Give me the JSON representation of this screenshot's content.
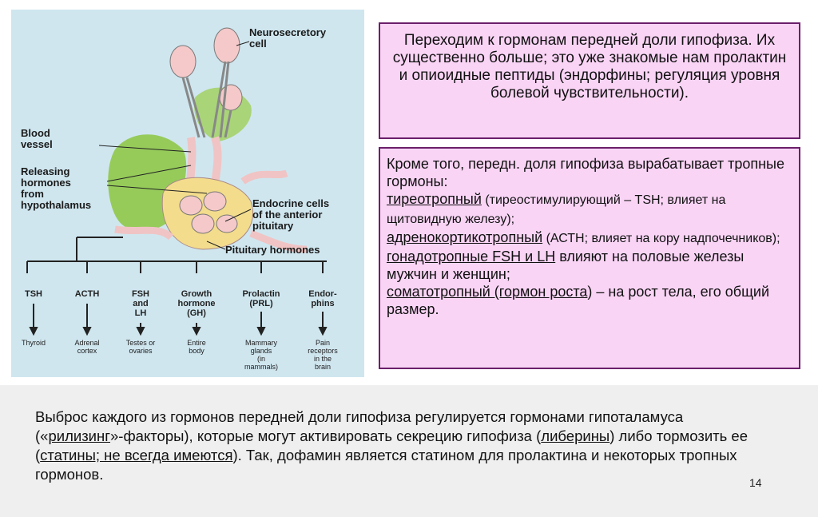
{
  "figure": {
    "labels": {
      "neurosecretory": "Neurosecretory\ncell",
      "blood_vessel": "Blood\nvessel",
      "releasing": "Releasing\nhormones\nfrom\nhypothalamus",
      "endocrine": "Endocrine cells\nof the anterior\npituitary",
      "pituitary_hormones": "Pituitary hormones"
    },
    "hormones": [
      {
        "name": "TSH",
        "target": "Thyroid"
      },
      {
        "name": "ACTH",
        "target": "Adrenal\ncortex"
      },
      {
        "name": "FSH\nand\nLH",
        "target": "Testes or\novaries"
      },
      {
        "name": "Growth\nhormone\n(GH)",
        "target": "Entire\nbody"
      },
      {
        "name": "Prolactin\n(PRL)",
        "target": "Mammary\nglands\n(in\nmammals)"
      },
      {
        "name": "Endor-\nphins",
        "target": "Pain\nreceptors\nin the\nbrain"
      }
    ],
    "colors": {
      "background": "#cfe6ef",
      "hypothalamus": "#8cc640",
      "cells": "#f5c9c9",
      "gland": "#f3dc8c"
    }
  },
  "box1": {
    "text": "Переходим к гормонам передней доли гипофиза. Их существенно больше; это уже знакомые нам пролактин и опиоидные пептиды (эндорфины; регуляция уровня болевой чувствительности)."
  },
  "box2": {
    "intro": "Кроме того, передн. доля гипофиза вырабатывает тропные гормоны:",
    "tsh_term": "тиреотропный",
    "tsh_desc": " (тиреостимулирующий – TSH; влияет на щитовидную железу);",
    "acth_term": "адренокортикотропный",
    "acth_desc": " (АСТН; влияет на кору надпочечников);",
    "gonad_term": "гонадотропные FSH и LH",
    "gonad_desc": " влияют на половые железы мужчин и женщин;",
    "somato_term": "соматотропный (гормон роста",
    "somato_desc": ") – на рост тела, его общий размер."
  },
  "bottom": {
    "p1": "Выброс каждого из гормонов передней доли гипофиза регулируется гормонами гипоталамуса («",
    "rilizing": "рилизинг",
    "p2": "»-факторы), которые могут активировать секрецию гипофиза (",
    "liberiny": "либерины",
    "p3": ") либо тормозить ее (",
    "statiny": "статины; не всегда имеются",
    "p4": "). Так, дофамин является статином для пролактина и некоторых тропных гормонов."
  },
  "page_number": "14",
  "colors": {
    "box_fill": "#f9d4f5",
    "box_border": "#6b1f6b",
    "bottom_band": "#efefef"
  }
}
